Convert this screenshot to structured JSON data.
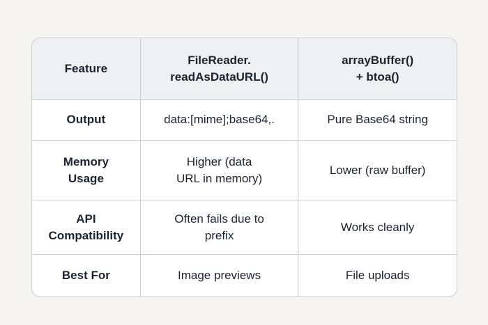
{
  "table": {
    "headers": {
      "feature": "Feature",
      "method_a": "FileReader.\nreadAsDataURL()",
      "method_b": "arrayBuffer()\n+ btoa()"
    },
    "rows": [
      {
        "cells": [
          "Output",
          "data:[mime];base64,.",
          "Pure Base64 string"
        ]
      },
      {
        "cells": [
          "Memory\nUsage",
          "Higher (data\nURL in memory)",
          "Lower (raw buffer)"
        ]
      },
      {
        "cells": [
          "API\nCompatibility",
          "Often fails due to\nprefix",
          "Works cleanly"
        ]
      },
      {
        "cells": [
          "Best For",
          "Image previews",
          "File uploads"
        ]
      }
    ],
    "colors": {
      "page_background": "#f5f4f1",
      "card_background": "#ffffff",
      "header_background": "#eef0f3",
      "grid_line": "#c3cdd8",
      "text": "#1b2431"
    }
  }
}
